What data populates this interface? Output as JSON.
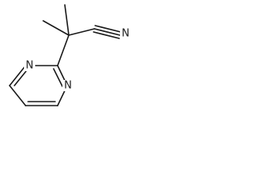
{
  "molecule": {
    "atoms": [
      {
        "id": "n1",
        "symbol": "N"
      },
      {
        "id": "n2",
        "symbol": "N"
      },
      {
        "id": "n3",
        "symbol": "N"
      }
    ],
    "colors": {
      "bond": "#1a1a1a",
      "background": "#ffffff"
    }
  }
}
